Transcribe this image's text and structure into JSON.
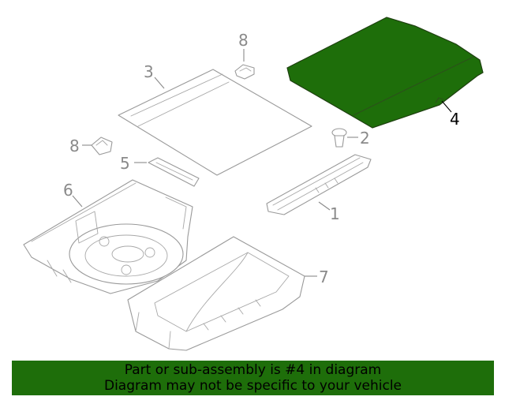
{
  "colors": {
    "highlight": "#1e6e0a",
    "banner": "#1e6e0a",
    "line": "#9a9a9a",
    "callout": "#8a8a8a"
  },
  "callouts": {
    "c1": "1",
    "c2": "2",
    "c3": "3",
    "c4": "4",
    "c5": "5",
    "c6": "6",
    "c7": "7",
    "c8a": "8",
    "c8b": "8"
  },
  "banner": {
    "line1": "Part or sub-assembly is #4 in diagram",
    "line2": "Diagram may not be specific to your vehicle"
  }
}
